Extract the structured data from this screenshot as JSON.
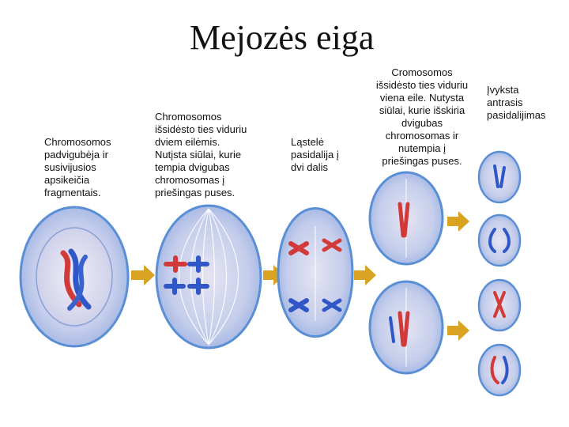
{
  "title": "Mejozės eiga",
  "captions": {
    "stage1": "Chromosomos\npadvigubėja ir\nsusivijusios\napsikeičia\nfragmentais.",
    "stage2": "Chromosomos\nišsidėsto ties viduriu\ndviem eilėmis.\nNutįsta siūlai, kurie\ntempia dvigubas\nchromosomas į\npriešingas puses.",
    "stage3": "Ląstelė\npasidalija į\ndvi dalis",
    "stage4": "Cromosomos\nišsidėsto ties viduriu\nviena eile. Nutysta\nsiūlai, kurie išskiria\ndvigubas\nchromosomas ir\nnutempia į\npriešingas puses.",
    "stage5": "Įvyksta\nantrasis\npasidalijimas"
  },
  "colors": {
    "membrane": "#5a8fd6",
    "cytoplasm": "#b9c6e8",
    "nucleus_glow": "#d8d3ea",
    "arrow": "#d9a321",
    "chromosome_red": "#d23a3a",
    "chromosome_blue": "#2f57c8"
  },
  "icons": [
    "cell-icon",
    "arrow-right-icon",
    "chromosome-icon",
    "spindle-fibre-icon"
  ]
}
